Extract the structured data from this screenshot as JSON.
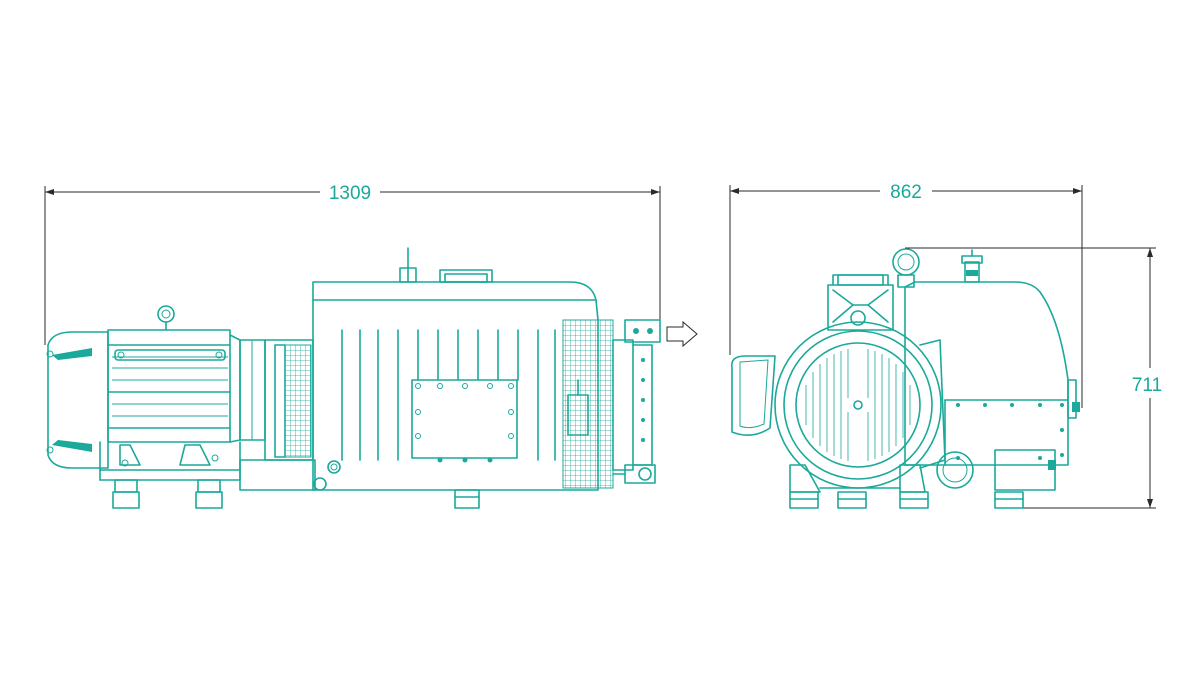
{
  "drawing": {
    "side_view": {
      "length_label": "1309"
    },
    "front_view": {
      "width_label": "862",
      "height_label": "711"
    },
    "colors": {
      "line": "#1aa99a",
      "dimension_line": "#2a2a2a",
      "background": "#ffffff"
    },
    "icons": [
      "view-direction-arrow-icon"
    ]
  }
}
